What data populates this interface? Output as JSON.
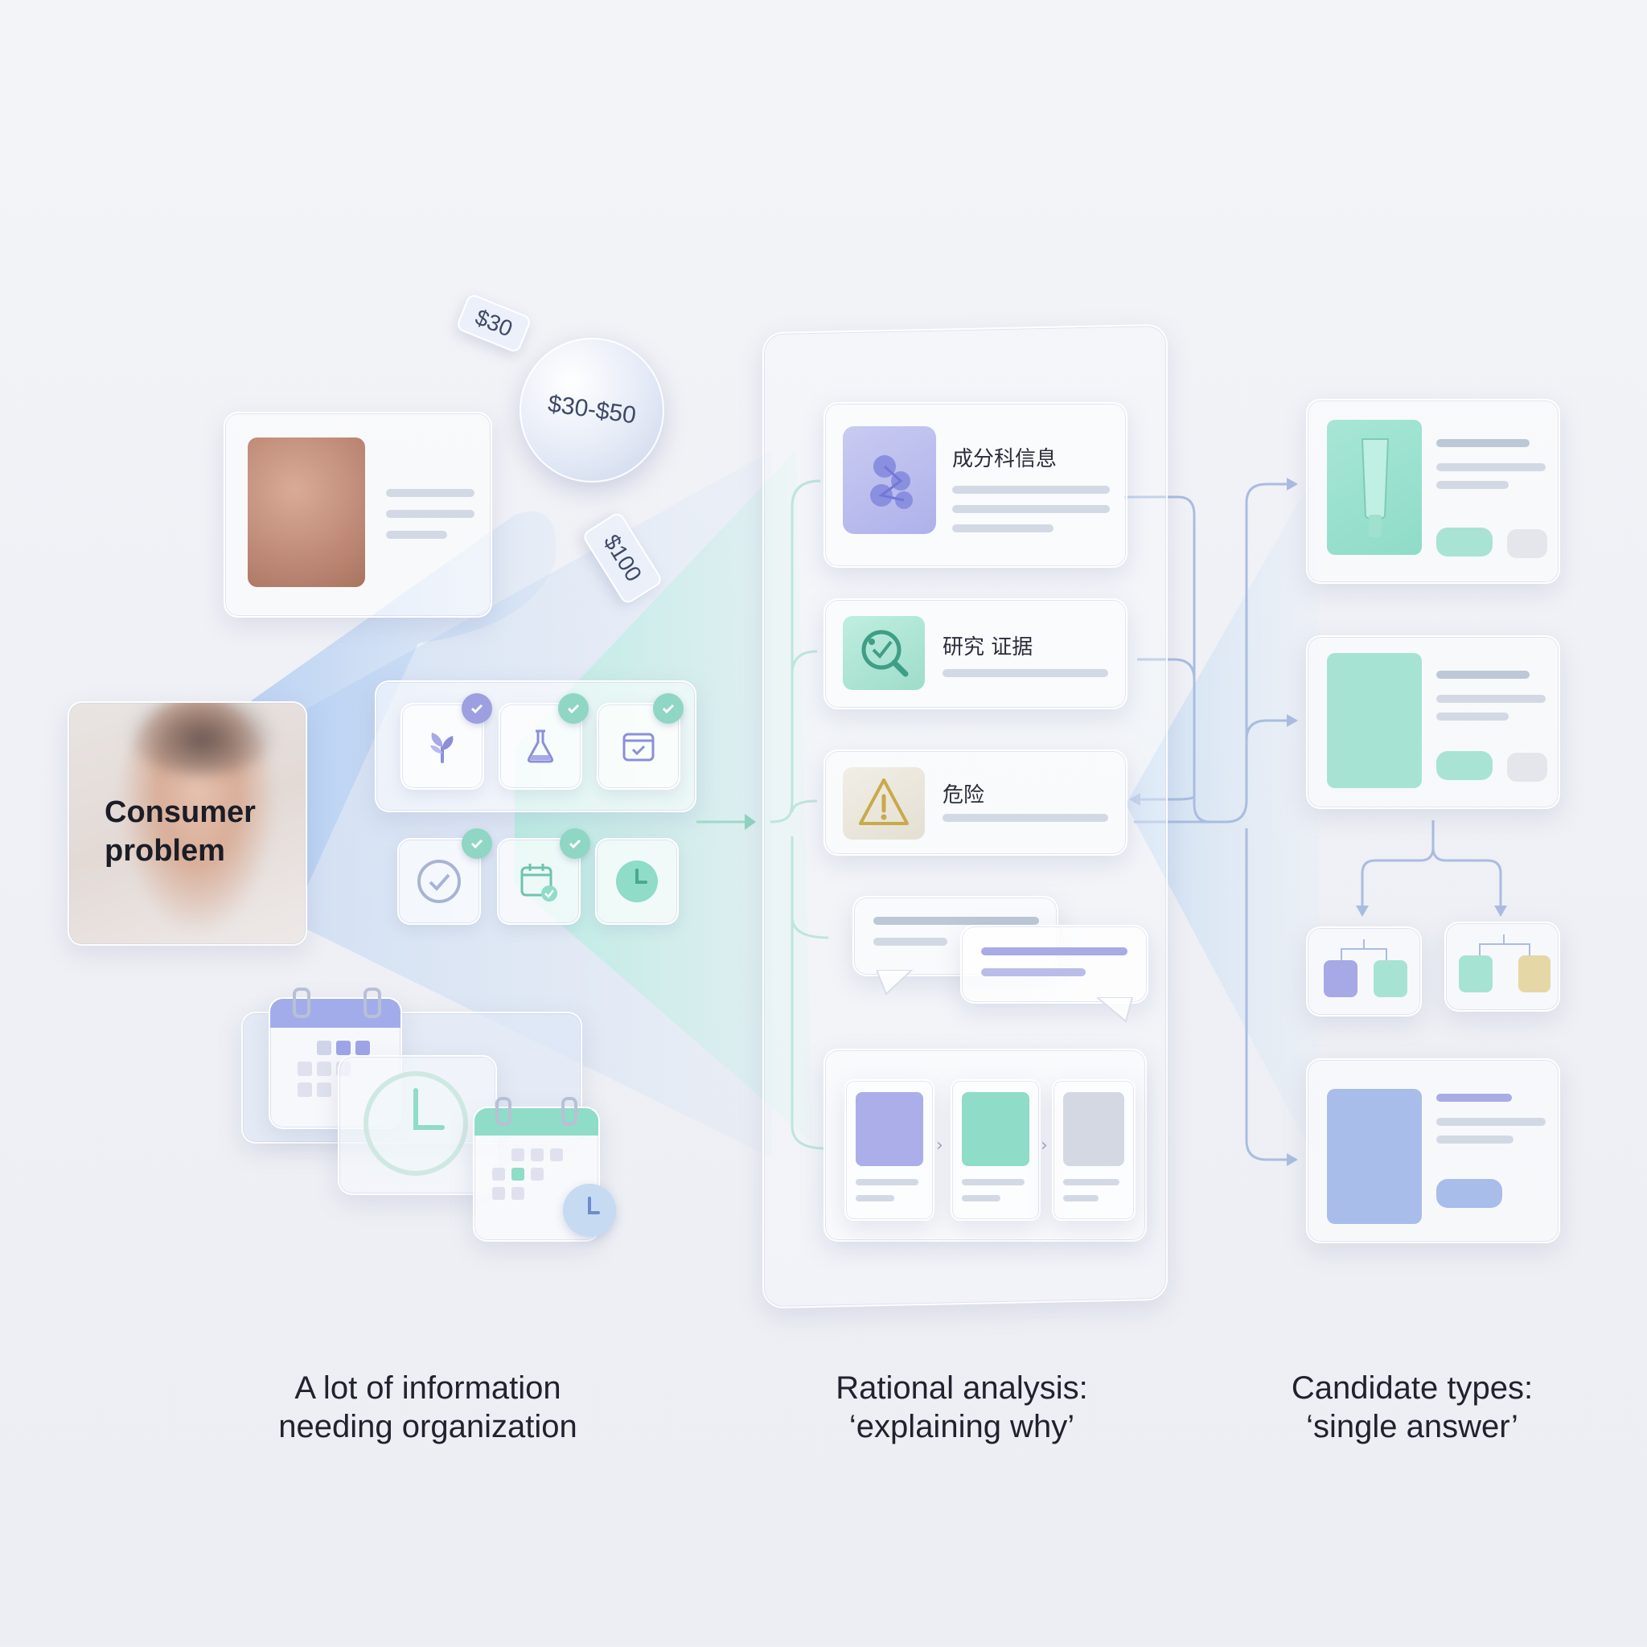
{
  "consumer_card": {
    "label_line1": "Consumer",
    "label_line2": "problem"
  },
  "price_tags": {
    "tag_small": "$30",
    "bubble": "$30-$50",
    "tag_large": "$100"
  },
  "analysis_rows": [
    {
      "title": "成分科信息",
      "icon": "molecule-icon"
    },
    {
      "title": "研究 证据",
      "icon": "research-magnifier-icon"
    },
    {
      "title": "危险",
      "icon": "warning-icon"
    }
  ],
  "captions": {
    "left_line1": "A lot of information",
    "left_line2": "needing organization",
    "middle_line1": "Rational analysis:",
    "middle_line2": "‘explaining why’",
    "right_line1": "Candidate types:",
    "right_line2": "‘single answer’"
  },
  "colors": {
    "teal": "#8fdcc8",
    "purple": "#a7a8e6",
    "blue": "#a9bdeb",
    "warning": "#c9a94a",
    "background": "#eef0f5"
  }
}
